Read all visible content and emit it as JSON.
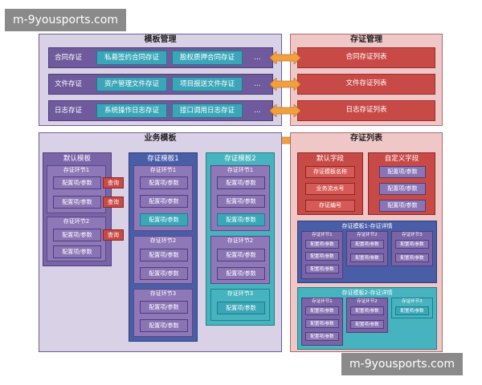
{
  "watermark": "m-9yousports.com",
  "top_left": {
    "title": "模板管理",
    "rows": [
      {
        "label": "合同存证",
        "boxes": [
          "私募签约合同存证",
          "股权质押合同存证"
        ],
        "more": "..."
      },
      {
        "label": "文件存证",
        "boxes": [
          "资产管理文件存证",
          "项目报送文件存证"
        ],
        "more": "..."
      },
      {
        "label": "日志存证",
        "boxes": [
          "系统操作日志存证",
          "接口调用日志存证"
        ],
        "more": "..."
      }
    ]
  },
  "top_right": {
    "title": "存证管理",
    "rows": [
      "合同存证列表",
      "文件存证列表",
      "日志存证列表"
    ]
  },
  "bottom_left": {
    "title": "业务模板",
    "default": {
      "title": "默认模板",
      "steps": [
        {
          "title": "存证环节1",
          "items": [
            "配置项/参数",
            "配置项/参数"
          ],
          "queries": [
            "查询",
            "查询"
          ]
        },
        {
          "title": "存证环节2",
          "items": [
            "配置项/参数",
            "配置项/参数"
          ],
          "queries": [
            "查询"
          ]
        }
      ]
    },
    "t1": {
      "title": "存证模板1",
      "steps": [
        {
          "title": "存证环节1",
          "items": [
            "配置项/参数",
            "配置项/参数",
            "配置项/参数"
          ]
        },
        {
          "title": "存证环节2",
          "items": [
            "配置项/参数",
            "配置项/参数"
          ]
        },
        {
          "title": "存证环节3",
          "items": [
            "配置项/参数",
            "配置项/参数"
          ]
        }
      ]
    },
    "t2": {
      "title": "存证模板2",
      "steps": [
        {
          "title": "存证环节1",
          "items": [
            "配置项/参数",
            "配置项/参数",
            "配置项/参数"
          ]
        },
        {
          "title": "存证环节2",
          "items": [
            "配置项/参数",
            "配置项/参数"
          ]
        },
        {
          "title": "存证环节3",
          "items": [
            "配置项/参数"
          ]
        }
      ]
    }
  },
  "bottom_right": {
    "title": "存证列表",
    "default_fields": {
      "title": "默认字段",
      "items": [
        "存证模板名称",
        "业务流水号",
        "存证编号"
      ]
    },
    "custom_fields": {
      "title": "自定义字段",
      "items": [
        "配置项/参数",
        "配置项/参数",
        "配置项/参数"
      ]
    },
    "detail1": {
      "title": "存证模板1-存证详情",
      "steps": [
        {
          "title": "存证环节1",
          "items": [
            "配置项/参数",
            "配置项/参数",
            "配置项/参数"
          ]
        },
        {
          "title": "存证环节2",
          "items": [
            "配置项/参数",
            "配置项/参数"
          ]
        },
        {
          "title": "存证环节3",
          "items": [
            "配置项/参数",
            "配置项/参数"
          ]
        }
      ]
    },
    "detail2": {
      "title": "存证模板2-存证详情",
      "steps": [
        {
          "title": "存证环节1",
          "items": [
            "配置项/参数",
            "配置项/参数",
            "配置项/参数"
          ]
        },
        {
          "title": "存证环节2",
          "items": [
            "配置项/参数",
            "配置项/参数"
          ]
        },
        {
          "title": "存证环节3",
          "items": [
            "配置项/参数"
          ]
        }
      ]
    }
  },
  "colors": {
    "purple": "#6e5a9c",
    "red": "#c84a47",
    "cyan": "#3aa6b8",
    "blue": "#4a5ea8",
    "orange": "#f0a040"
  }
}
